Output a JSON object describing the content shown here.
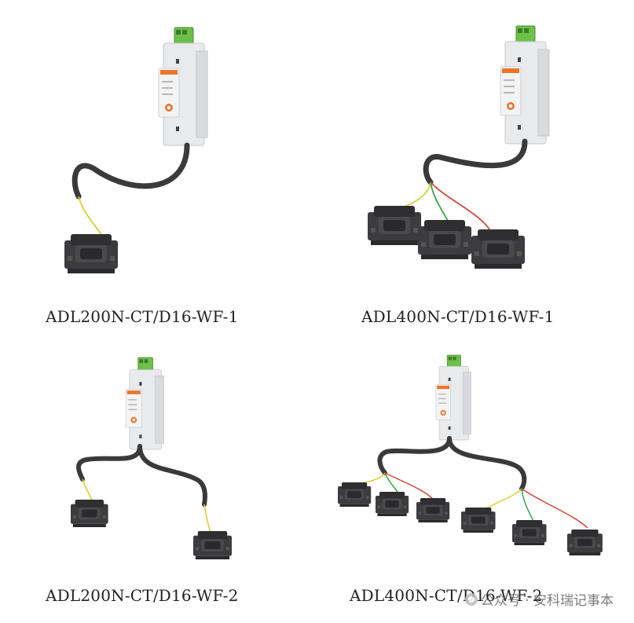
{
  "products": [
    {
      "id": "p1",
      "model": "ADL200N-CT/D16-WF-1"
    },
    {
      "id": "p2",
      "model": "ADL400N-CT/D16-WF-1"
    },
    {
      "id": "p3",
      "model": "ADL200N-CT/D16-WF-2"
    },
    {
      "id": "p4",
      "model": "ADL400N-CT/D16-WF-2"
    }
  ],
  "watermark": {
    "text": "公众号 · 安科瑞记事本",
    "icon": "wechat-icon"
  },
  "colors": {
    "housing": "#e9eaec",
    "terminal": "#6cc04a",
    "cable": "#3a3a3a",
    "ct": "#3c3c3e",
    "wire_yellow": "#d8cf3a",
    "wire_green": "#3aa34a",
    "wire_red": "#d24a3a",
    "accent": "#e8772e"
  }
}
